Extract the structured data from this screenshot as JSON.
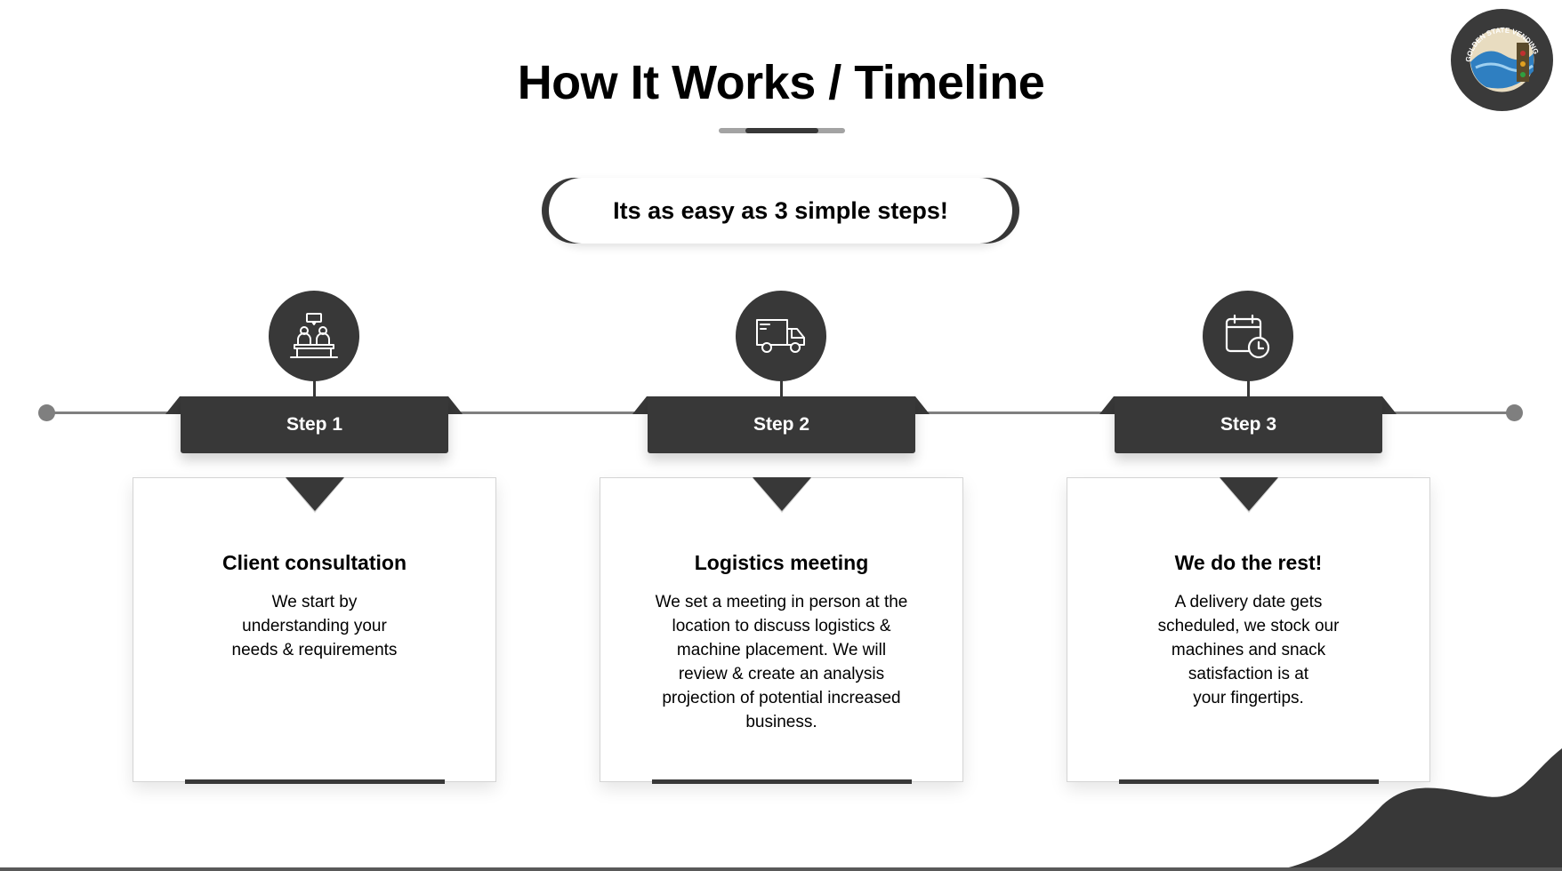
{
  "title": "How It Works / Timeline",
  "subtitle": "Its as easy as 3 simple steps!",
  "logo": {
    "text": "GOLDEN STATE VENDING CO"
  },
  "colors": {
    "dark": "#383838",
    "line": "#7f7f7f",
    "background": "#ffffff"
  },
  "steps": [
    {
      "label": "Step 1",
      "icon": "meeting-icon",
      "heading": "Client consultation",
      "body": "We start by\nunderstanding your\nneeds & requirements"
    },
    {
      "label": "Step 2",
      "icon": "delivery-truck-icon",
      "heading": "Logistics meeting",
      "body": "We set a meeting in person at the\nlocation to discuss logistics &\nmachine placement. We will\nreview & create an analysis\nprojection of potential increased\nbusiness."
    },
    {
      "label": "Step 3",
      "icon": "calendar-clock-icon",
      "heading": "We do the rest!",
      "body": "A delivery date gets\nscheduled, we stock our\nmachines and snack\nsatisfaction is at\nyour fingertips."
    }
  ]
}
